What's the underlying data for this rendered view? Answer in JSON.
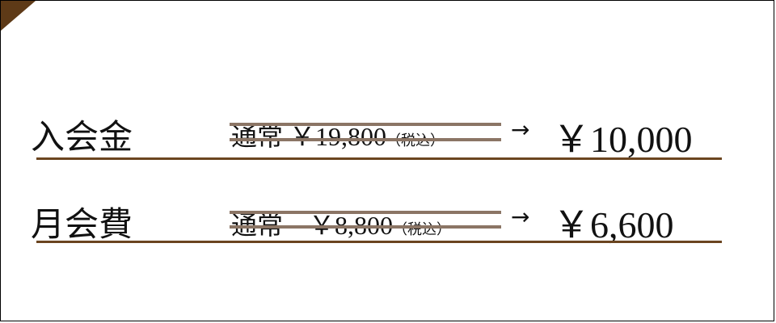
{
  "rows": [
    {
      "label": "入会金",
      "normal_label": "通常",
      "normal_price": "￥19,800",
      "tax": "（税込）",
      "arrow": "→",
      "price": "￥10,000"
    },
    {
      "label": "月会費",
      "normal_label": "通常",
      "normal_price": "￥8,800",
      "tax": "（税込）",
      "arrow": "→",
      "price": "￥6,600"
    }
  ],
  "colors": {
    "accent": "#5e3a17",
    "underline": "#6b4520",
    "strike": "#8b7565"
  }
}
